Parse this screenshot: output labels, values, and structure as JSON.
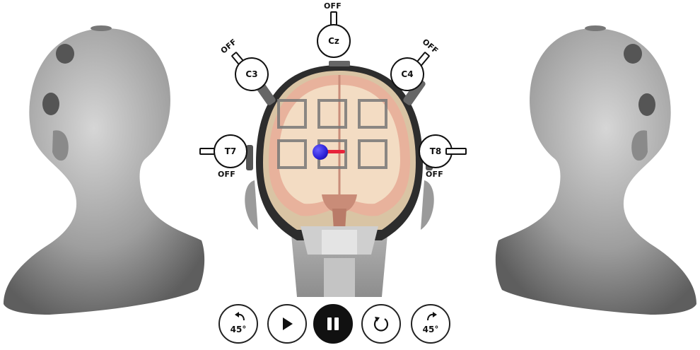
{
  "views": {
    "left_head": "head-left-side-view",
    "center_head": "head-front-brain-section-view",
    "right_head": "head-right-side-view"
  },
  "electrodes": [
    {
      "id": "cz",
      "label": "Cz",
      "state": "OFF"
    },
    {
      "id": "c3",
      "label": "C3",
      "state": "OFF"
    },
    {
      "id": "c4",
      "label": "C4",
      "state": "OFF"
    },
    {
      "id": "t7",
      "label": "T7",
      "state": "OFF"
    },
    {
      "id": "t8",
      "label": "T8",
      "state": "OFF"
    }
  ],
  "controls": {
    "rotate_left_label": "45°",
    "play_icon": "play-icon",
    "pause_icon": "pause-icon",
    "reset_icon": "reset-icon",
    "rotate_right_label": "45°"
  },
  "colors": {
    "dipole_ball": "#2a1fd6",
    "dipole_stick": "#e8223a",
    "active_button": "#111111"
  }
}
